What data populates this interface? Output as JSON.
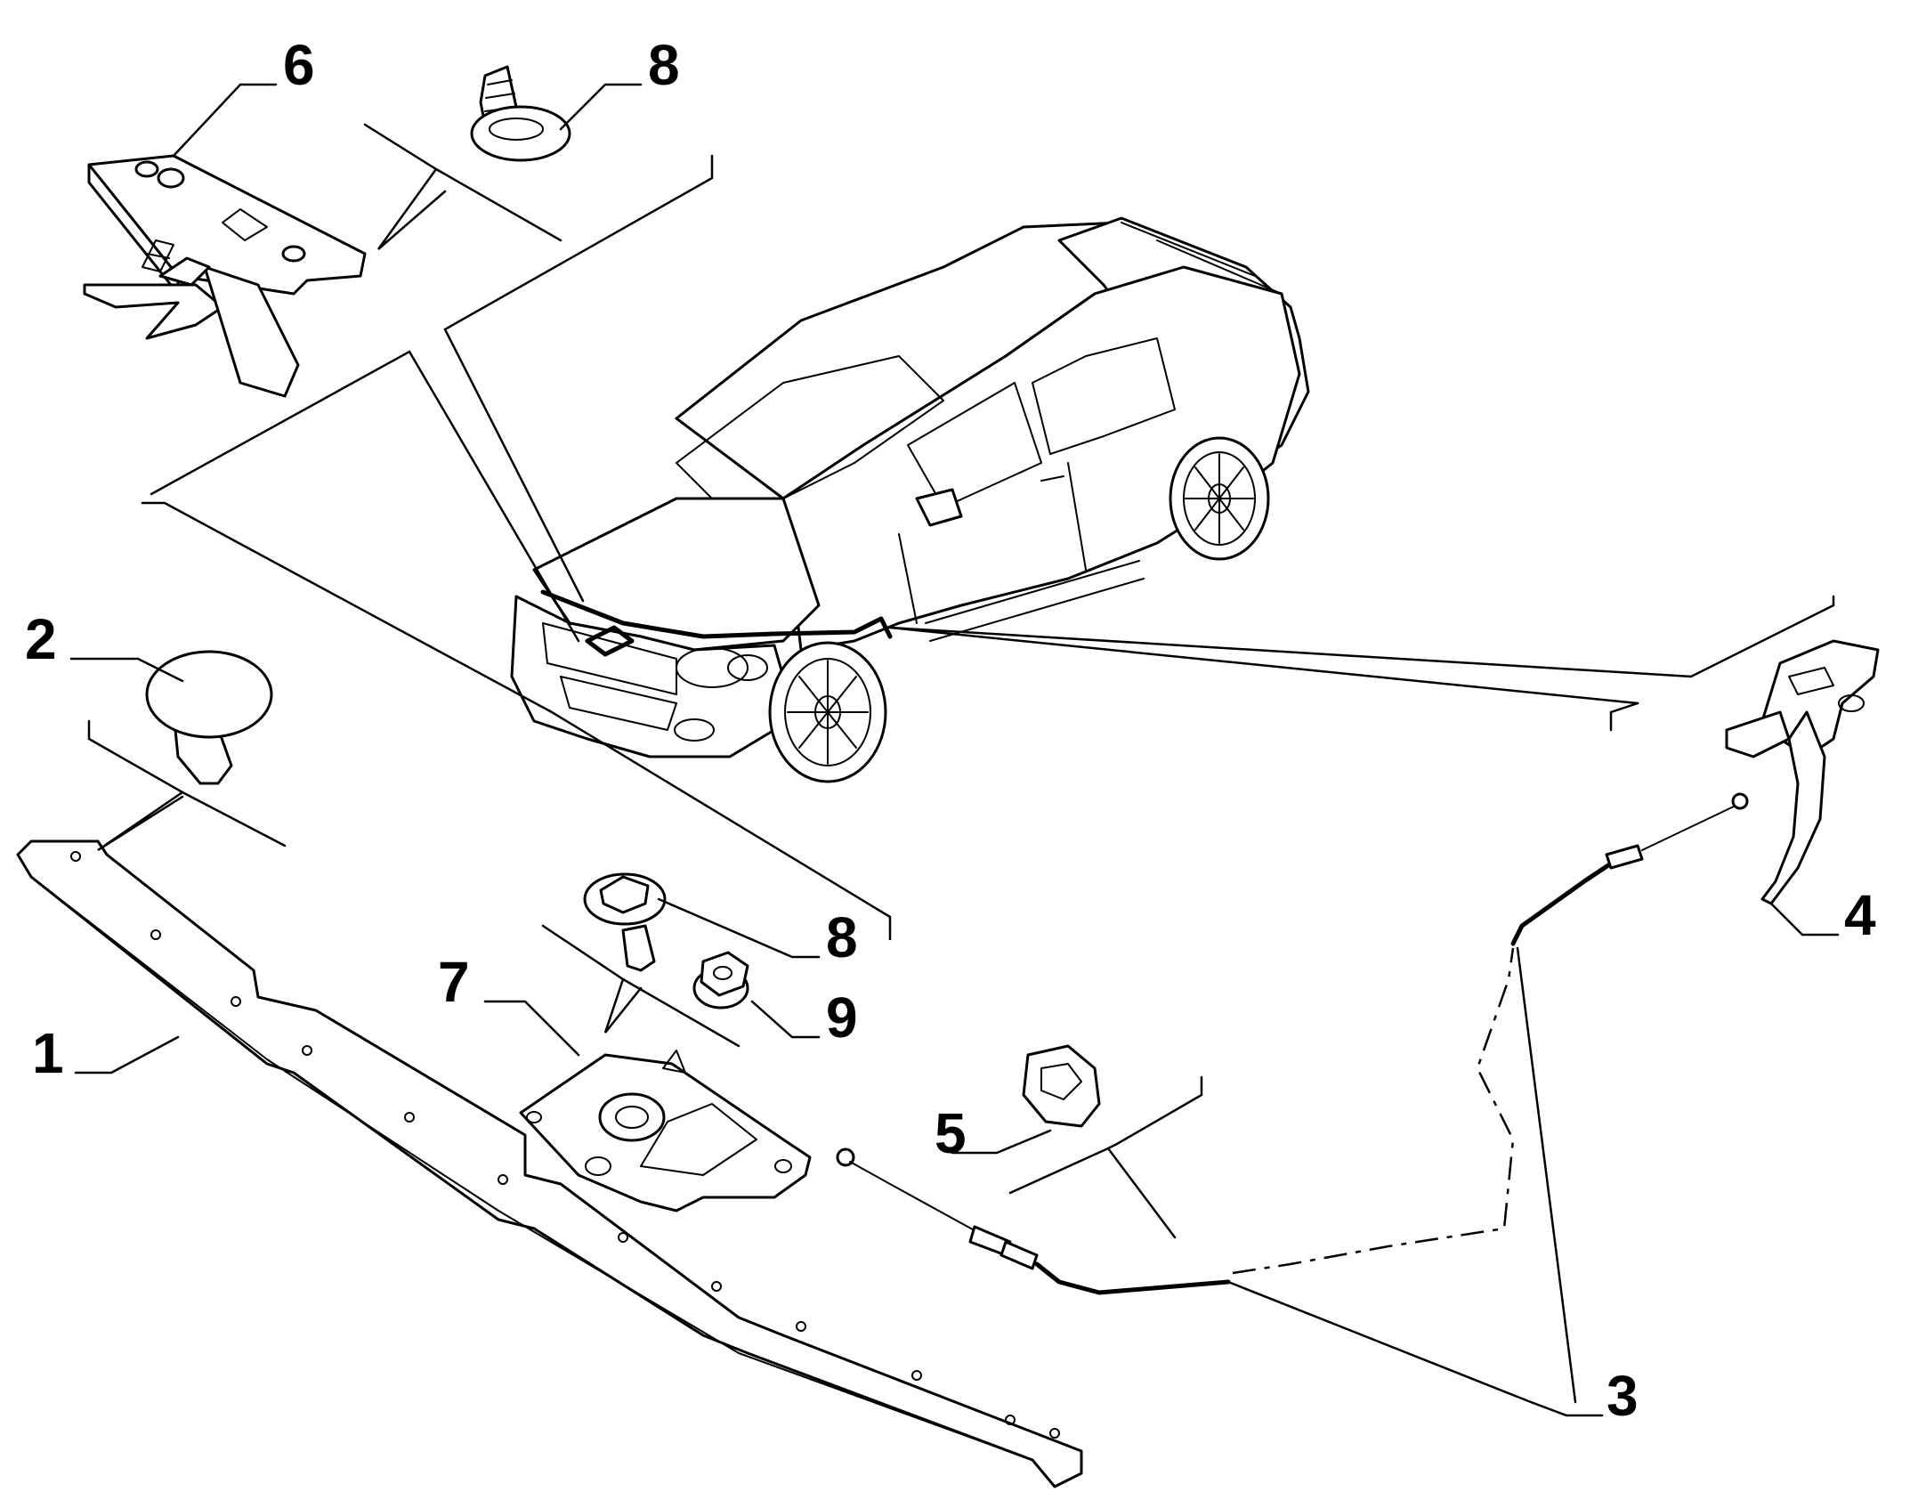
{
  "callouts": [
    {
      "id": "1",
      "label": "1"
    },
    {
      "id": "2",
      "label": "2"
    },
    {
      "id": "3",
      "label": "3"
    },
    {
      "id": "4",
      "label": "4"
    },
    {
      "id": "5",
      "label": "5"
    },
    {
      "id": "6",
      "label": "6"
    },
    {
      "id": "7",
      "label": "7"
    },
    {
      "id": "8a",
      "label": "8"
    },
    {
      "id": "8b",
      "label": "8"
    },
    {
      "id": "9",
      "label": "9"
    }
  ],
  "colors": {
    "line": "#000000",
    "background": "#ffffff"
  }
}
